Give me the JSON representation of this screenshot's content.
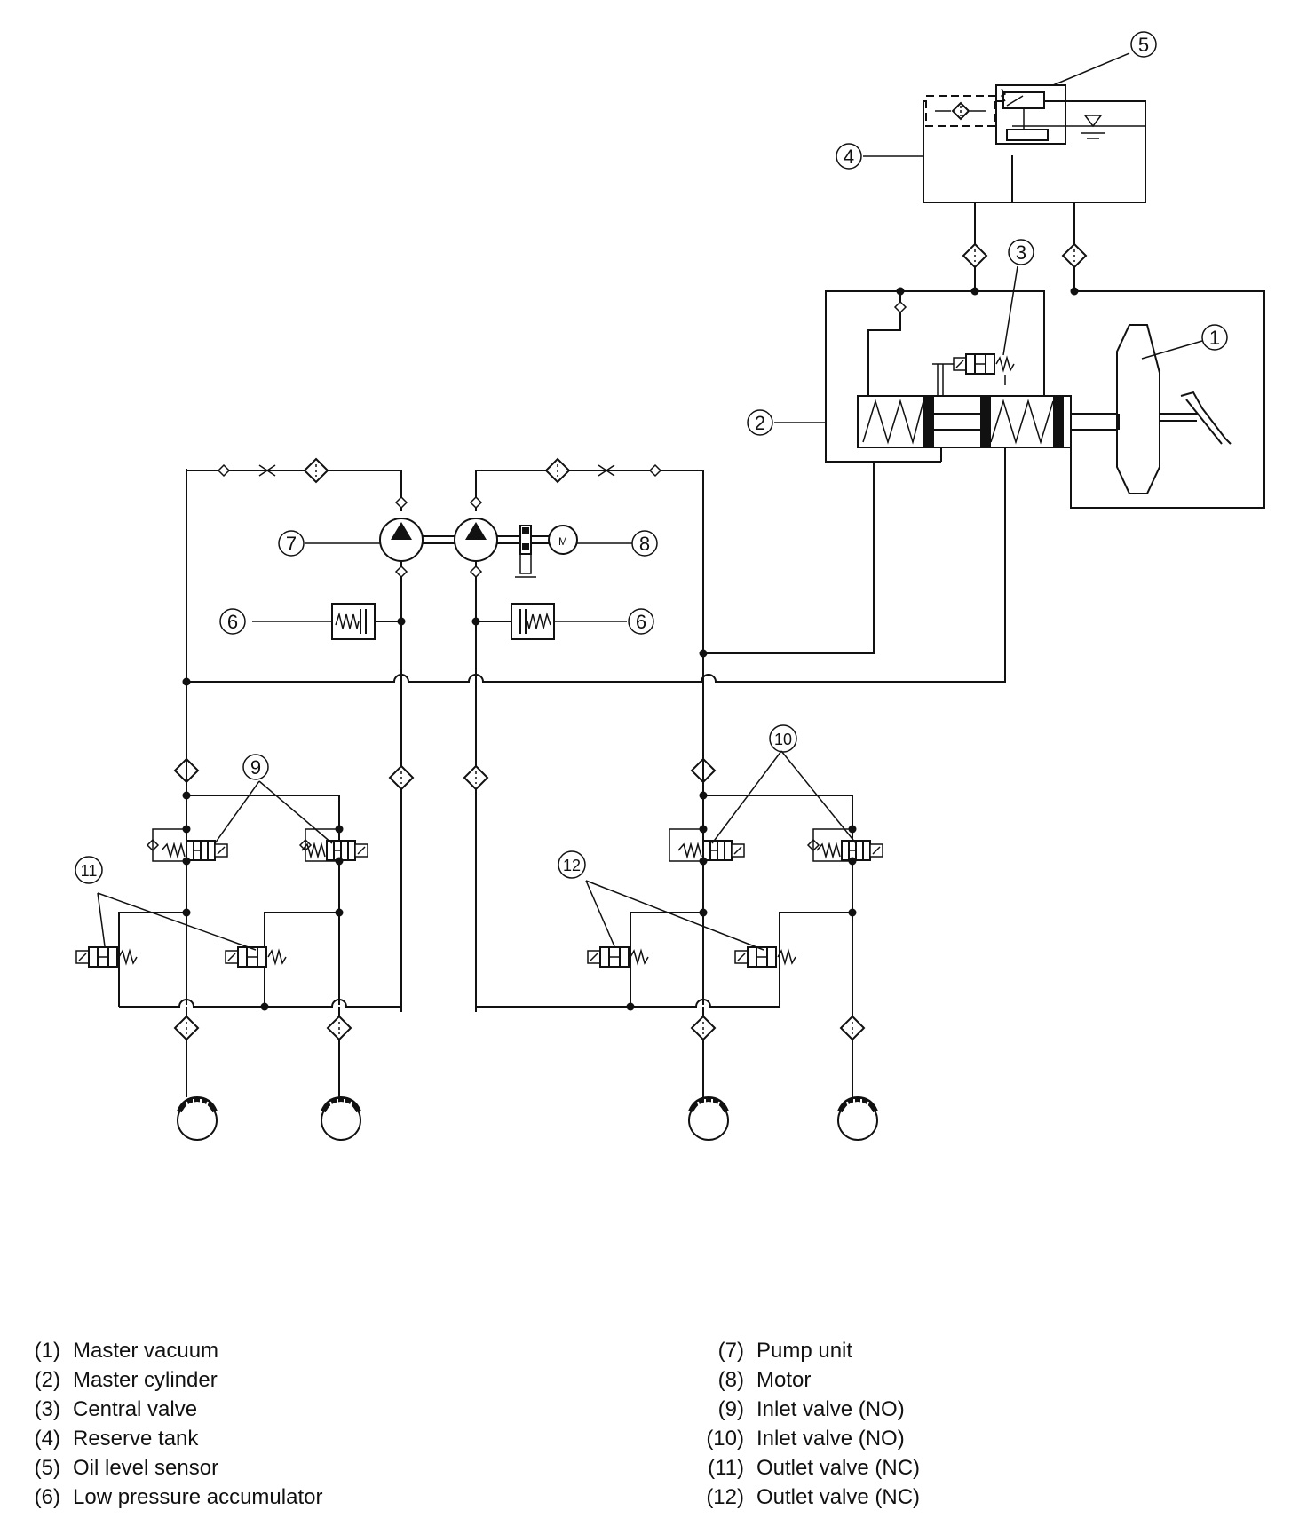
{
  "callouts": [
    "1",
    "2",
    "3",
    "4",
    "5",
    "6",
    "7",
    "8",
    "9",
    "10",
    "11",
    "12"
  ],
  "legend": {
    "left": [
      {
        "num": "(1)",
        "label": "Master vacuum"
      },
      {
        "num": "(2)",
        "label": "Master cylinder"
      },
      {
        "num": "(3)",
        "label": "Central valve"
      },
      {
        "num": "(4)",
        "label": "Reserve tank"
      },
      {
        "num": "(5)",
        "label": "Oil level sensor"
      },
      {
        "num": "(6)",
        "label": "Low pressure accumulator"
      }
    ],
    "right": [
      {
        "num": "(7)",
        "label": "Pump unit"
      },
      {
        "num": "(8)",
        "label": "Motor"
      },
      {
        "num": "(9)",
        "label": "Inlet valve (NO)"
      },
      {
        "num": "(10)",
        "label": "Inlet valve (NO)"
      },
      {
        "num": "(11)",
        "label": "Outlet valve (NC)"
      },
      {
        "num": "(12)",
        "label": "Outlet valve (NC)"
      }
    ]
  }
}
